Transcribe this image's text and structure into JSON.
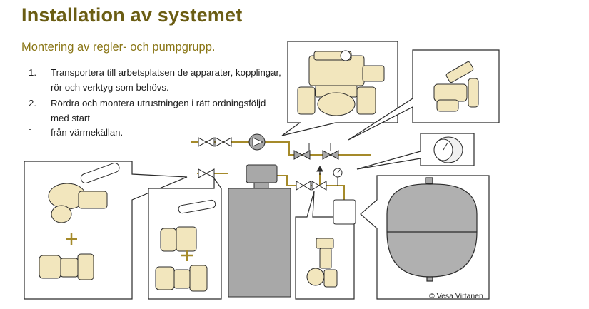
{
  "title": "Installation av systemet",
  "subtitle": "Montering av regler- och pumpgrupp.",
  "steps": [
    {
      "number": "1.",
      "text": "Transportera till arbetsplatsen de apparater, kopplingar, rör och verktyg som behövs."
    },
    {
      "number": "2.",
      "text": "Rördra och montera utrustningen i rätt ordningsföljd med start"
    },
    {
      "number": "-",
      "text": "från värmekällan."
    }
  ],
  "credit": "© Vesa Virtanen",
  "colors": {
    "title": "#6b5d14",
    "subtitle": "#8a7616",
    "pipe": "#a58a2a",
    "component_fill": "#a8a8a8",
    "outline": "#2b2b2b"
  },
  "icons": [
    "valve-icon",
    "pump-icon",
    "gauge-icon",
    "ball-valve-icon",
    "union-coupling-icon",
    "expansion-vessel-icon",
    "safety-valve-icon"
  ]
}
